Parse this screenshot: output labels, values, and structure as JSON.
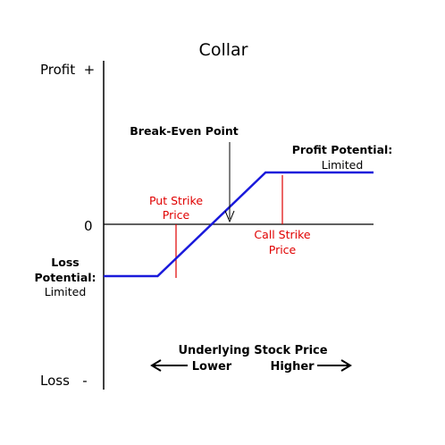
{
  "title": "Collar",
  "axes": {
    "y_top_label": "Profit  +",
    "y_bottom_label": "Loss   -",
    "zero_label": "0"
  },
  "annotations": {
    "break_even": "Break-Even Point",
    "profit_potential": {
      "line1": "Profit Potential:",
      "line2": "Limited"
    },
    "loss_potential": {
      "line1": "Loss",
      "line2": "Potential:",
      "line3": "Limited"
    },
    "put_strike": {
      "line1": "Put Strike",
      "line2": "Price"
    },
    "call_strike": {
      "line1": "Call Strike",
      "line2": "Price"
    }
  },
  "x_axis_caption": {
    "title": "Underlying Stock Price",
    "lower": "Lower",
    "higher": "Higher"
  },
  "colors": {
    "payoff_line": "#1a1adb",
    "strike_label": "#e00000",
    "strike_marker": "#e00000",
    "axis": "#000000",
    "text": "#000000"
  },
  "chart_data": {
    "type": "line",
    "title": "Collar",
    "xlabel": "Underlying Stock Price",
    "ylabel": "",
    "series": [
      {
        "values_description_free": true,
        "x": [
          0,
          1,
          3,
          5
        ],
        "y": [
          -1,
          -1,
          1,
          1
        ]
      }
    ],
    "grid": false,
    "legend": "none"
  }
}
